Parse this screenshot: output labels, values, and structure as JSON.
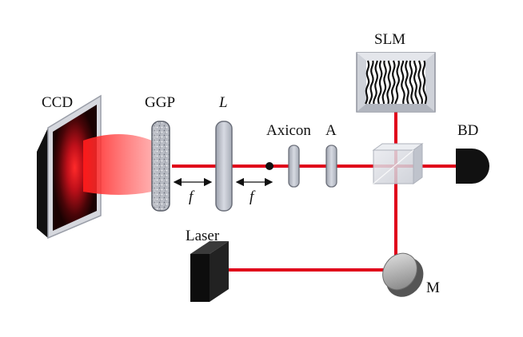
{
  "labels": {
    "slm": "SLM",
    "ccd": "CCD",
    "ggp": "GGP",
    "lens": "L",
    "axicon": "Axicon",
    "aperture": "A",
    "beam_dump": "BD",
    "laser": "Laser",
    "mirror": "M",
    "focal_1": "f",
    "focal_2": "f"
  },
  "colors": {
    "beam": "#e0001a",
    "component_fill": "#c8ccd6",
    "component_stroke": "#6b6f7a",
    "dark": "#111111"
  }
}
